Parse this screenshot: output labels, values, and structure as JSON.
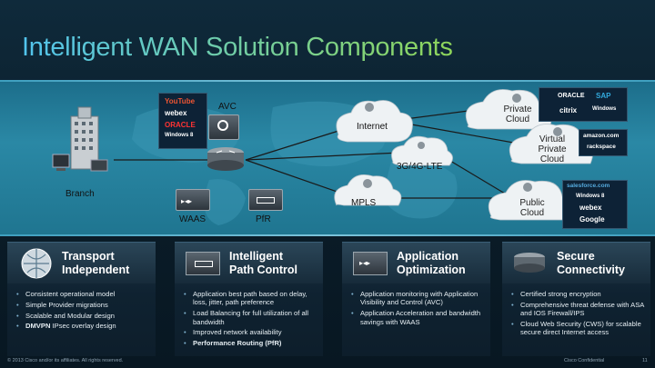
{
  "title": "Intelligent WAN Solution Components",
  "diagram": {
    "branch_label": "Branch",
    "avc_label": "AVC",
    "waas_label": "WAAS",
    "pfr_label": "PfR",
    "internet_label": "Internet",
    "lte_label": "3G/4G-LTE",
    "mpls_label": "MPLS",
    "private_cloud": "Private\nCloud",
    "virtual_private_cloud": "Virtual\nPrivate\nCloud",
    "public_cloud": "Public\nCloud",
    "app_logos": [
      "YouTube",
      "webex",
      "ORACLE",
      "Windows 8"
    ],
    "private_logos": [
      "ORACLE",
      "SAP",
      "citrix",
      "Windows"
    ],
    "vpc_logos": [
      "amazon.com",
      "rackspace"
    ],
    "public_logos": [
      "salesforce.com",
      "Windows 8",
      "webex",
      "Google"
    ]
  },
  "cards": [
    {
      "title1": "Transport",
      "title2": "Independent",
      "items": [
        "Consistent operational model",
        "Simple Provider migrations",
        "Scalable and Modular design"
      ],
      "last_bold": "DMVPN",
      "last_rest": " IPsec overlay design"
    },
    {
      "title1": "Intelligent",
      "title2": "Path Control",
      "items": [
        "Application best path based on delay, loss, jitter, path preference",
        "Load Balancing for full utilization of all bandwidth",
        "Improved network availability"
      ],
      "last_bold": "Performance Routing (PfR)",
      "last_rest": ""
    },
    {
      "title1": "Application",
      "title2": "Optimization",
      "items": [
        "Application monitoring with Application Visibility and Control (AVC)",
        "Application Acceleration and bandwidth savings with WAAS"
      ],
      "last_bold": "",
      "last_rest": ""
    },
    {
      "title1": "Secure",
      "title2": "Connectivity",
      "items": [
        "Certified strong encryption",
        "Comprehensive threat defense with ASA and IOS Firewall/IPS",
        "Cloud Web Security (CWS) for scalable secure direct Internet access"
      ],
      "last_bold": "",
      "last_rest": ""
    }
  ],
  "footer": {
    "copyright": "© 2013 Cisco and/or its affiliates. All rights reserved.",
    "confidential": "Cisco Confidential",
    "page": "11"
  },
  "colors": {
    "title_start": "#52c4ee",
    "title_end": "#8fd65a",
    "band": "#2a88a5",
    "card_bg": "#0f2231"
  }
}
